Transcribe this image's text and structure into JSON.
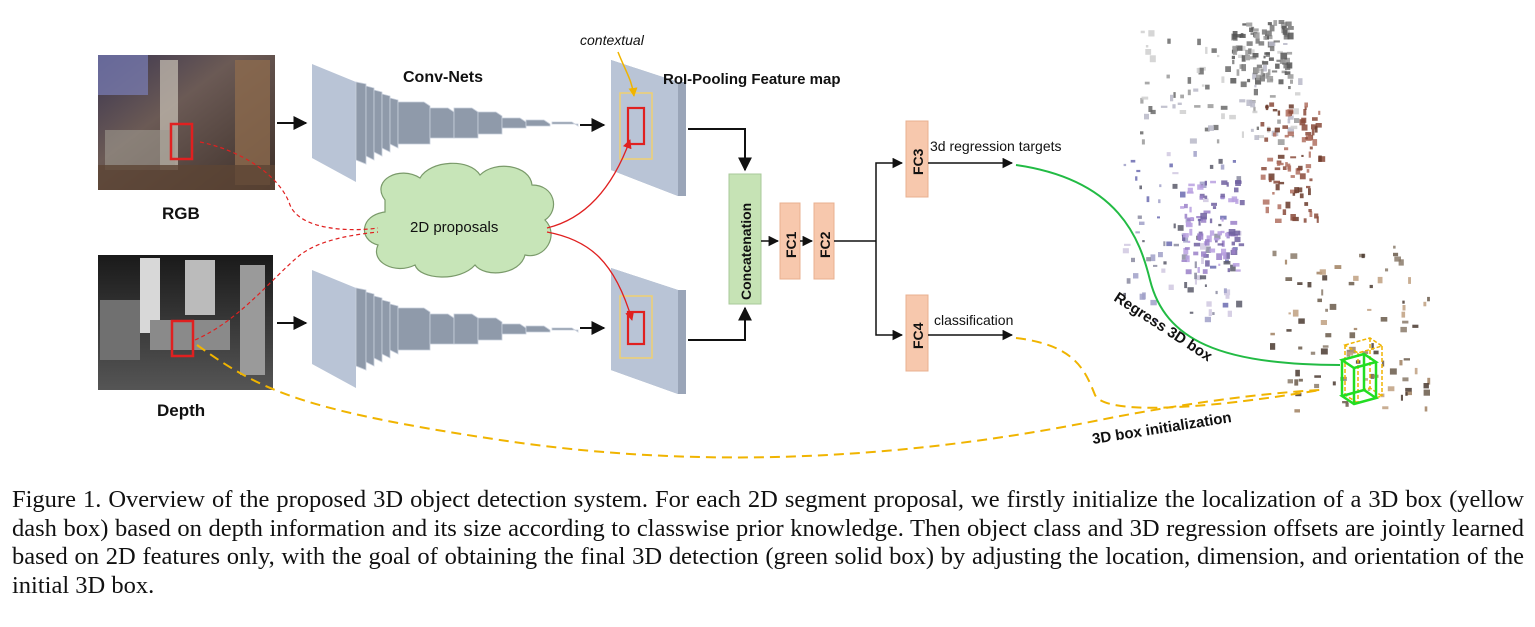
{
  "labels": {
    "rgb": "RGB",
    "depth": "Depth",
    "conv_nets": "Conv-Nets",
    "contextual": "contextual",
    "roi_pooling": "RoI-Pooling Feature map",
    "proposals_2d": "2D proposals",
    "concatenation": "Concatenation",
    "fc1": "FC1",
    "fc2": "FC2",
    "fc3": "FC3",
    "fc4": "FC4",
    "regression_targets": "3d regression targets",
    "classification": "classification",
    "regress_3d_box": "Regress 3D box",
    "box_init": "3D box initialization"
  },
  "colors": {
    "conv_layer": "#8f9aaa",
    "feature_map": "#b9c4d6",
    "fc_box": "#f7c8ad",
    "concat_box": "#c6e3b5",
    "cloud": "#c7e5b8",
    "proposal_red": "#e02020",
    "init_yellow": "#f0b400",
    "regress_green": "#22bb44"
  },
  "caption": "Figure 1. Overview of the proposed 3D object detection system. For each 2D segment proposal, we firstly initialize the localization of a 3D box (yellow dash box) based on depth information and its size according to classwise prior knowledge. Then object class and 3D regression offsets are jointly learned based on 2D features only, with the goal of obtaining the final 3D detection (green solid box) by adjusting the location, dimension, and orientation of the initial 3D box."
}
